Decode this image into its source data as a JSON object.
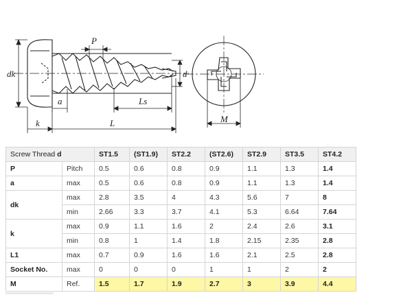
{
  "drawing": {
    "labels": {
      "P": "P",
      "dk": "dk",
      "d": "d",
      "a": "a",
      "Ls": "Ls",
      "k": "k",
      "L": "L",
      "M": "M"
    }
  },
  "table": {
    "header": {
      "label": "Screw Thread ",
      "label_bold": "d",
      "columns": [
        "ST1.5",
        "(ST1.9)",
        "ST2.2",
        "(ST2.6)",
        "ST2.9",
        "ST3.5",
        "ST4.2"
      ]
    },
    "rows": [
      {
        "param": "P",
        "qual": "Pitch",
        "values": [
          "0.5",
          "0.6",
          "0.8",
          "0.9",
          "1.1",
          "1.3",
          "1.4"
        ]
      },
      {
        "param": "a",
        "qual": "max",
        "values": [
          "0.5",
          "0.6",
          "0.8",
          "0.9",
          "1.1",
          "1.3",
          "1.4"
        ]
      },
      {
        "param": "dk",
        "qual": "max",
        "values": [
          "2.8",
          "3.5",
          "4",
          "4.3",
          "5.6",
          "7",
          "8"
        ]
      },
      {
        "param": "",
        "qual": "min",
        "values": [
          "2.66",
          "3.3",
          "3.7",
          "4.1",
          "5.3",
          "6.64",
          "7.64"
        ]
      },
      {
        "param": "k",
        "qual": "max",
        "values": [
          "0.9",
          "1.1",
          "1.6",
          "2",
          "2.4",
          "2.6",
          "3.1"
        ]
      },
      {
        "param": "",
        "qual": "min",
        "values": [
          "0.8",
          "1",
          "1.4",
          "1.8",
          "2.15",
          "2.35",
          "2.8"
        ]
      },
      {
        "param": "L1",
        "qual": "max",
        "values": [
          "0.7",
          "0.9",
          "1.6",
          "1.6",
          "2.1",
          "2.5",
          "2.8"
        ]
      },
      {
        "param": "Socket No.",
        "qual": "max",
        "values": [
          "0",
          "0",
          "0",
          "1",
          "1",
          "2",
          "2"
        ]
      },
      {
        "param": "M",
        "qual": "Ref.",
        "values": [
          "1.5",
          "1.7",
          "1.9",
          "2.7",
          "3",
          "3.9",
          "4.4"
        ]
      }
    ]
  }
}
